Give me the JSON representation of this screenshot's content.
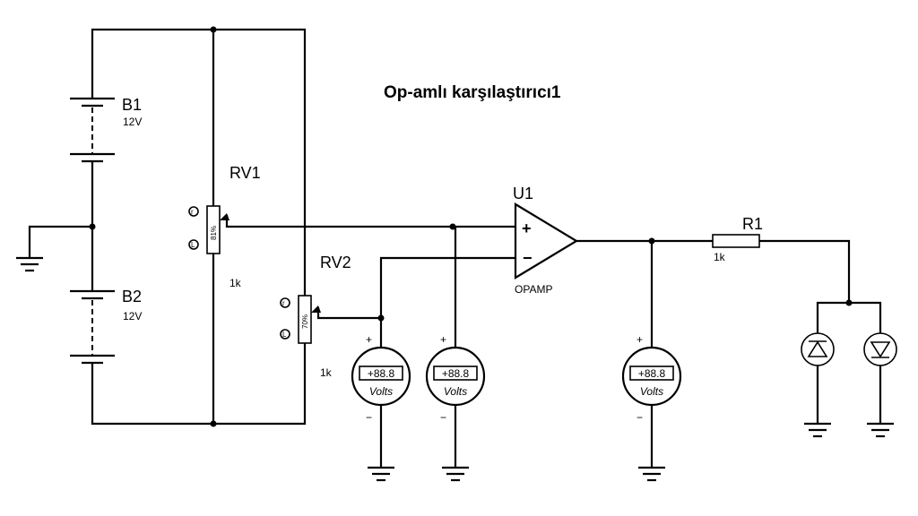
{
  "title": "Op-amlı karşılaştırıcı1",
  "batteries": [
    {
      "name": "B1",
      "value": "12V"
    },
    {
      "name": "B2",
      "value": "12V"
    }
  ],
  "potentiometers": [
    {
      "name": "RV1",
      "value": "1k",
      "position": "81%"
    },
    {
      "name": "RV2",
      "value": "1k",
      "position": "70%"
    }
  ],
  "opamp": {
    "name": "U1",
    "type": "OPAMP",
    "plus": "+",
    "minus": "−"
  },
  "resistor": {
    "name": "R1",
    "value": "1k"
  },
  "voltmeters": [
    {
      "reading": "+88.8",
      "unit": "Volts",
      "plus": "+",
      "minus": "−"
    },
    {
      "reading": "+88.8",
      "unit": "Volts",
      "plus": "+",
      "minus": "−"
    },
    {
      "reading": "+88.8",
      "unit": "Volts",
      "plus": "+",
      "minus": "−"
    }
  ]
}
